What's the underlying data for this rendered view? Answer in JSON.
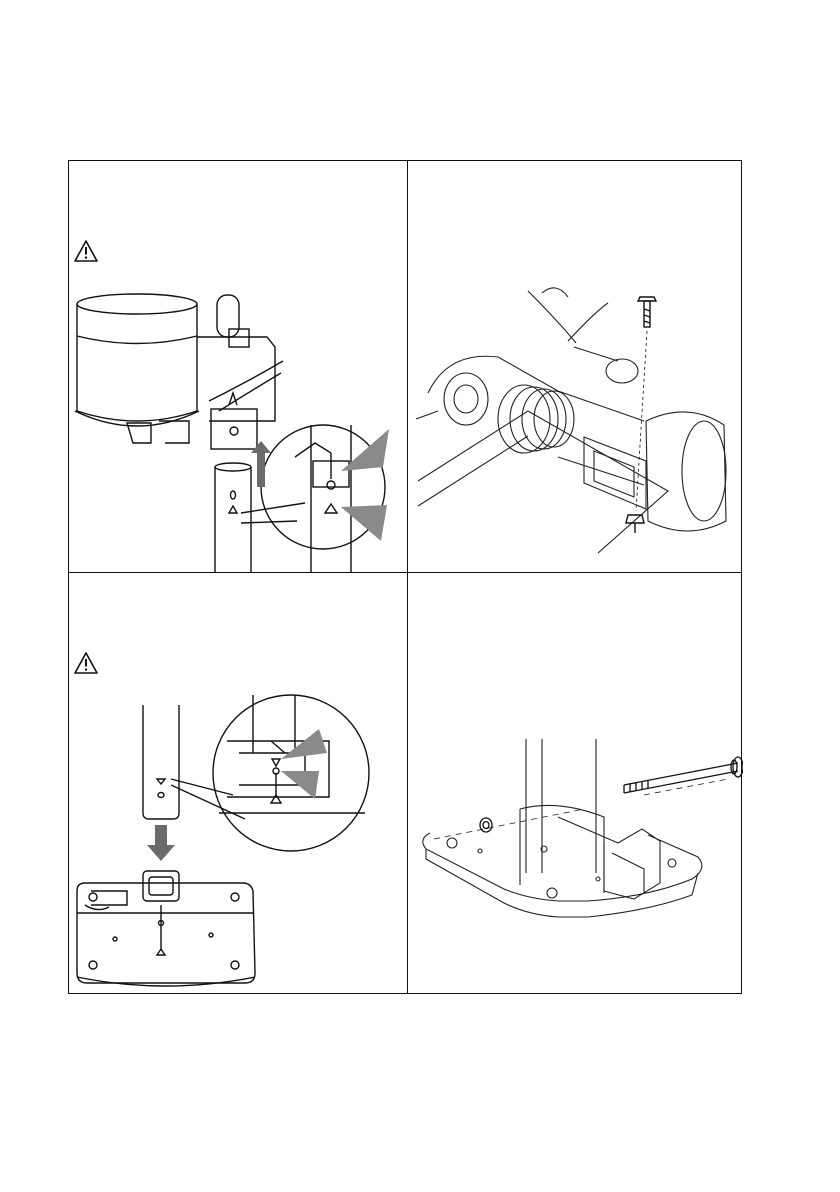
{
  "document": {
    "panels": [
      {
        "id": "panel-1",
        "content": "sensor-mount-to-pole",
        "has_warning": true
      },
      {
        "id": "panel-2",
        "content": "screw-and-nut-assembly",
        "has_warning": false
      },
      {
        "id": "panel-3",
        "content": "pole-into-base",
        "has_warning": true
      },
      {
        "id": "panel-4",
        "content": "bolt-through-base",
        "has_warning": false
      }
    ],
    "icons": {
      "warning": "warning-triangle-icon",
      "arrow_up": "arrow-up-icon",
      "arrow_down": "arrow-down-icon",
      "pointer": "pointer-wedge-icon"
    },
    "colors": {
      "line": "#111111",
      "arrow": "#6b6b6b",
      "shade": "#8a8a8a",
      "paper": "#ffffff"
    }
  }
}
